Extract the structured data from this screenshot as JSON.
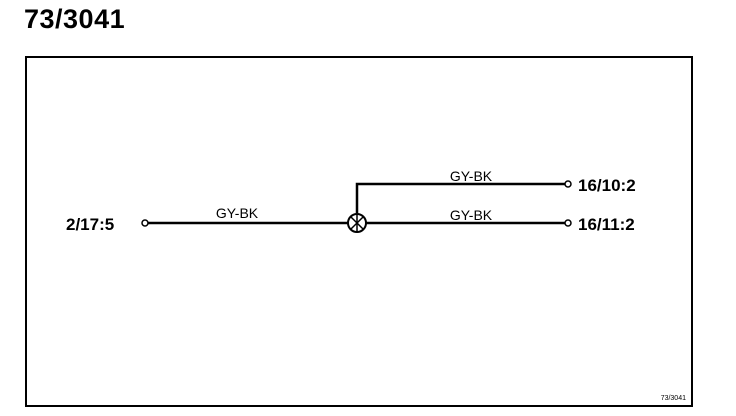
{
  "page": {
    "title": "73/3041",
    "footer_ref": "73/3041"
  },
  "diagram": {
    "source_connector": {
      "label": "2/17:5"
    },
    "splice": {
      "icon": "splice-icon"
    },
    "wires": [
      {
        "id": "main",
        "color_code": "GY-BK"
      },
      {
        "id": "upper",
        "color_code": "GY-BK"
      },
      {
        "id": "lower",
        "color_code": "GY-BK"
      }
    ],
    "target_connectors": [
      {
        "label": "16/10:2"
      },
      {
        "label": "16/11:2"
      }
    ]
  }
}
